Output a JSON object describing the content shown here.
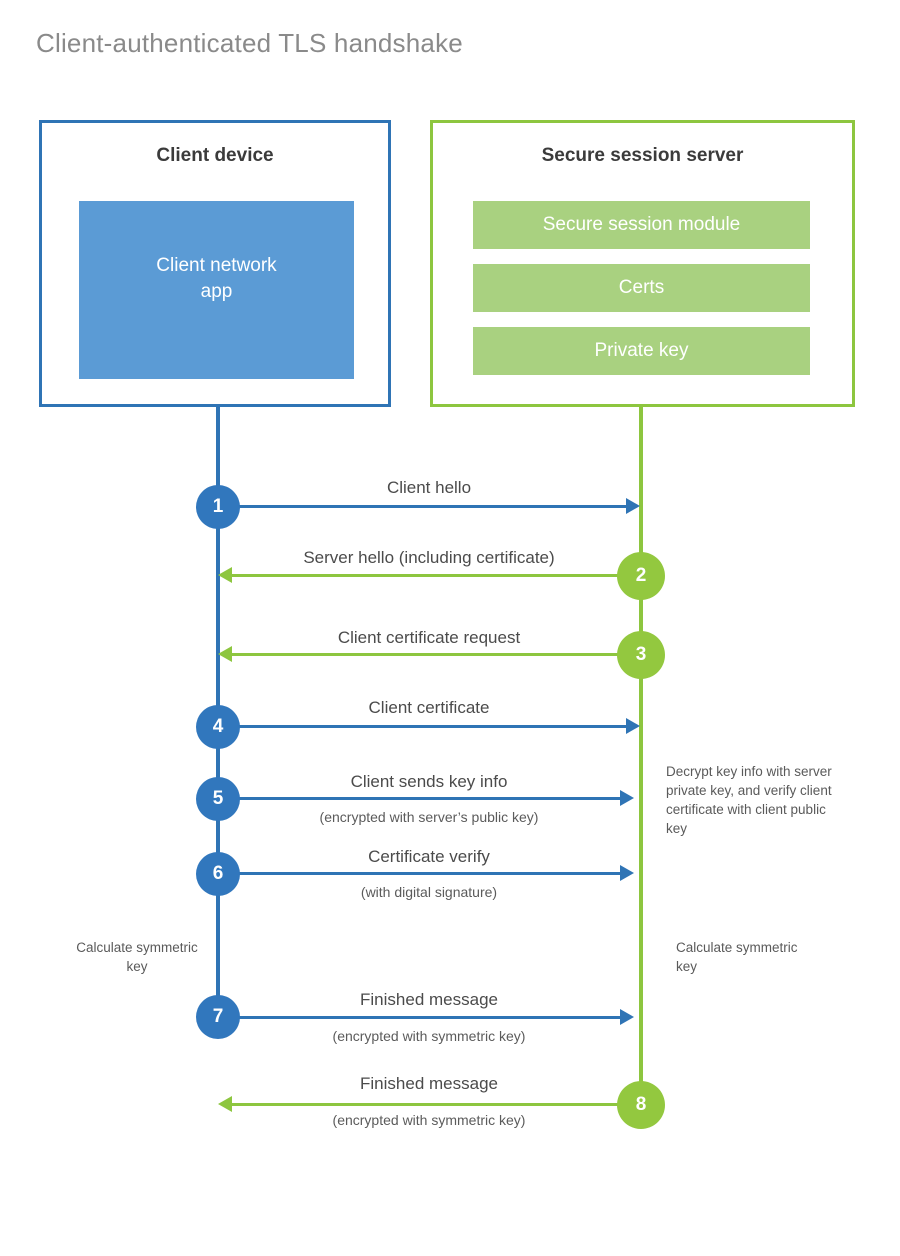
{
  "title": "Client-authenticated TLS handshake",
  "colors": {
    "client_accent": "#2f74b5",
    "client_app_fill": "#5b9bd5",
    "client_circle": "#3177bd",
    "server_accent": "#8dc63f",
    "server_bar_fill": "#a9d180",
    "server_circle": "#93c83f",
    "title_text": "#8a8a8a",
    "body_text": "#4b4b4b",
    "background": "#ffffff"
  },
  "client": {
    "title": "Client device",
    "app_label": "Client network\napp",
    "app_label_line1": "Client network",
    "app_label_line2": "app"
  },
  "server": {
    "title": "Secure session server",
    "components": [
      {
        "label": "Secure session module"
      },
      {
        "label": "Certs"
      },
      {
        "label": "Private key"
      }
    ]
  },
  "messages": [
    {
      "step": "1",
      "label": "Client hello",
      "sub": "",
      "direction": "client-to-server",
      "color": "blue"
    },
    {
      "step": "2",
      "label": "Server hello (including certificate)",
      "sub": "",
      "direction": "server-to-client",
      "color": "green"
    },
    {
      "step": "3",
      "label": "Client certificate request",
      "sub": "",
      "direction": "server-to-client",
      "color": "green"
    },
    {
      "step": "4",
      "label": "Client certificate",
      "sub": "",
      "direction": "client-to-server",
      "color": "blue"
    },
    {
      "step": "5",
      "label": "Client sends key info",
      "sub": "(encrypted with server’s public key)",
      "direction": "client-to-server",
      "color": "blue"
    },
    {
      "step": "6",
      "label": "Certificate verify",
      "sub": "(with digital signature)",
      "direction": "client-to-server",
      "color": "blue"
    },
    {
      "step": "7",
      "label": "Finished message",
      "sub": "(encrypted with symmetric key)",
      "direction": "client-to-server",
      "color": "blue"
    },
    {
      "step": "8",
      "label": "Finished message",
      "sub": "(encrypted with symmetric key)",
      "direction": "server-to-client",
      "color": "green"
    }
  ],
  "notes": {
    "server_decrypt": "Decrypt key info with server private key, and verify client certificate with client public key",
    "client_calculate": "Calculate symmetric key",
    "server_calculate": "Calculate symmetric key"
  }
}
